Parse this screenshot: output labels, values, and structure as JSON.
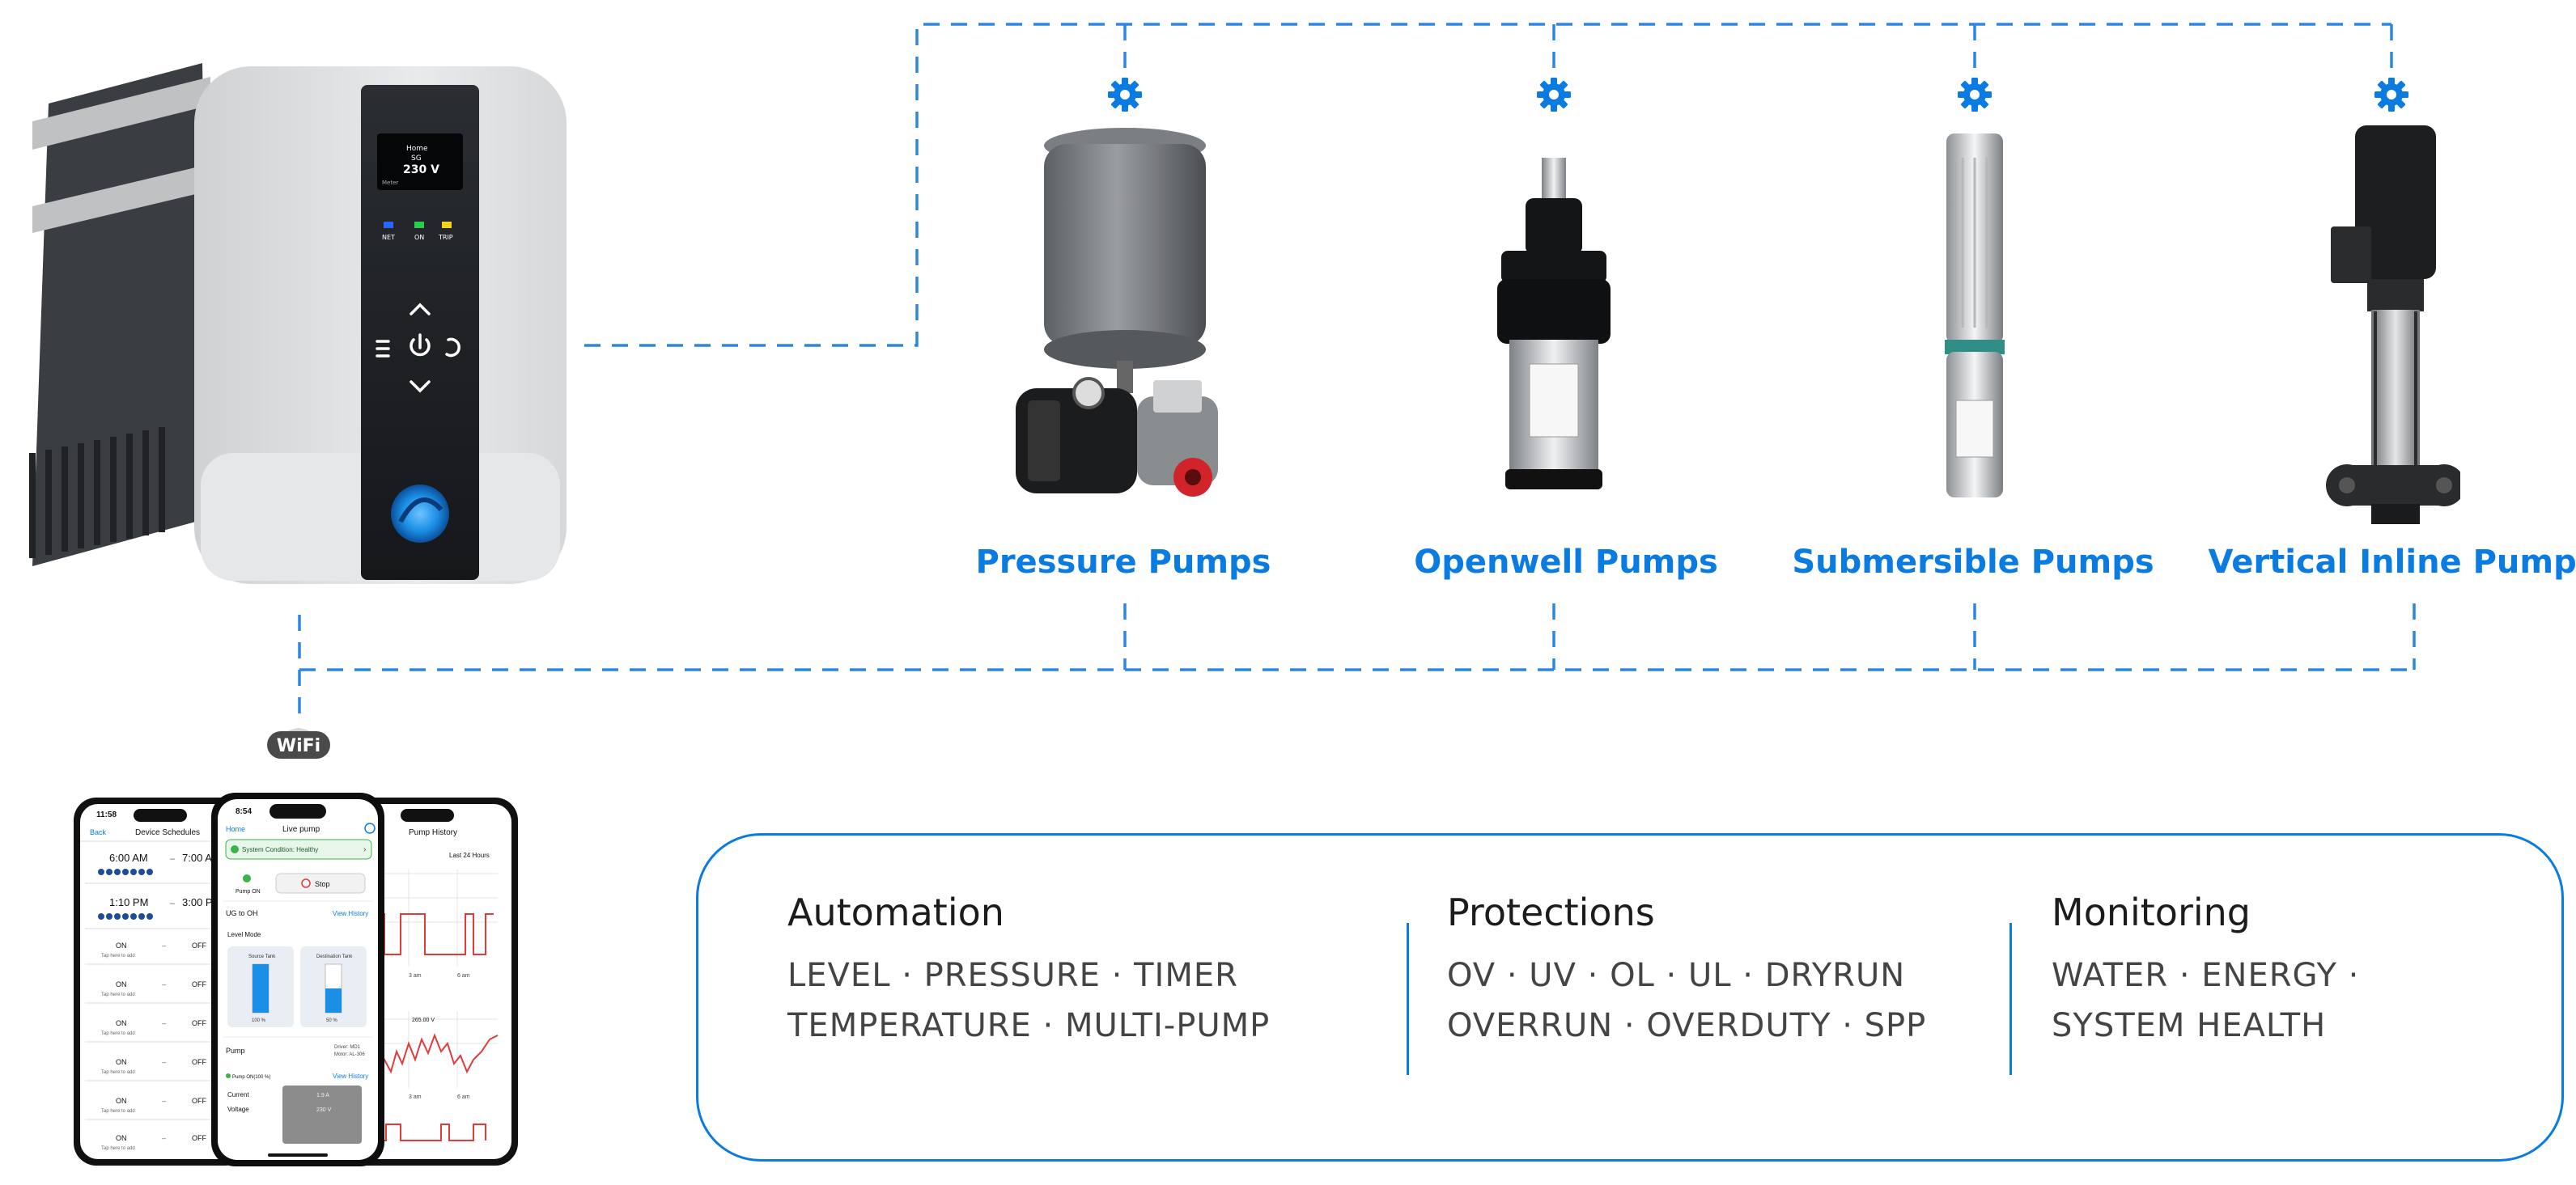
{
  "controller": {
    "screen_text": [
      "Home",
      "SG",
      "230 V",
      "Meter"
    ],
    "leds": [
      {
        "label": "NET",
        "color": "#2a63ff"
      },
      {
        "label": "ON",
        "color": "#25d14a"
      },
      {
        "label": "TRIP",
        "color": "#f2d21c"
      }
    ]
  },
  "wifi_label": "WiFi",
  "pumps": [
    {
      "name": "Pressure Pumps",
      "icon": "gear-icon"
    },
    {
      "name": "Openwell Pumps",
      "icon": "gear-icon"
    },
    {
      "name": "Submersible Pumps",
      "icon": "gear-icon"
    },
    {
      "name": "Vertical Inline Pumps",
      "icon": "gear-icon"
    }
  ],
  "phones": {
    "left": {
      "time": "11:58",
      "back": "Back",
      "title": "Device Schedules",
      "schedules": [
        {
          "start": "6:00 AM",
          "end": "7:00 A"
        },
        {
          "start": "1:10 PM",
          "end": "3:00 P"
        }
      ],
      "rows": [
        {
          "on": "ON",
          "off": "OFF",
          "hint": "Tap here to add"
        },
        {
          "on": "ON",
          "off": "OFF",
          "hint": "Tap here to add"
        },
        {
          "on": "ON",
          "off": "OFF",
          "hint": "Tap here to add"
        },
        {
          "on": "ON",
          "off": "OFF",
          "hint": "Tap here to add"
        },
        {
          "on": "ON",
          "off": "OFF",
          "hint": "Tap here to add"
        },
        {
          "on": "ON",
          "off": "OFF",
          "hint": "Tap here to add"
        }
      ]
    },
    "center": {
      "time": "8:54",
      "back": "Home",
      "title": "Live pump",
      "status": "System Condition: Healthy",
      "pump_on": "Pump ON",
      "stop": "Stop",
      "ug_to_oh": "UG to OH",
      "view_history": "View History",
      "level_mode": "Level Mode",
      "source_tank": "Source Tank",
      "source_pct": "100 %",
      "source_level": 1.0,
      "dest_tank": "Destination Tank",
      "dest_pct": "50 %",
      "dest_level": 0.5,
      "pump": "Pump",
      "pump_driver": "Driver: MD1",
      "pump_motor": "Motor: AL-306",
      "pump_status": "Pump ON(100 %)",
      "current": "Current",
      "current_val": "1.9 A",
      "voltage": "Voltage",
      "voltage_val": "230 V"
    },
    "right": {
      "title": "Pump History",
      "range": "Last 24 Hours",
      "ticks": [
        "3 am",
        "6 am"
      ],
      "annotation": "265.00 V"
    }
  },
  "features": [
    {
      "title": "Automation",
      "lines": [
        "LEVEL · PRESSURE · TIMER",
        "TEMPERATURE · MULTI-PUMP"
      ]
    },
    {
      "title": "Protections",
      "lines": [
        "OV · UV · OL · UL · DRYRUN",
        "OVERRUN · OVERDUTY · SPP"
      ]
    },
    {
      "title": "Monitoring",
      "lines": [
        "WATER · ENERGY ·",
        "SYSTEM HEALTH"
      ]
    }
  ],
  "colors": {
    "accent": "#0a7be0",
    "line": "#2f86e0"
  }
}
